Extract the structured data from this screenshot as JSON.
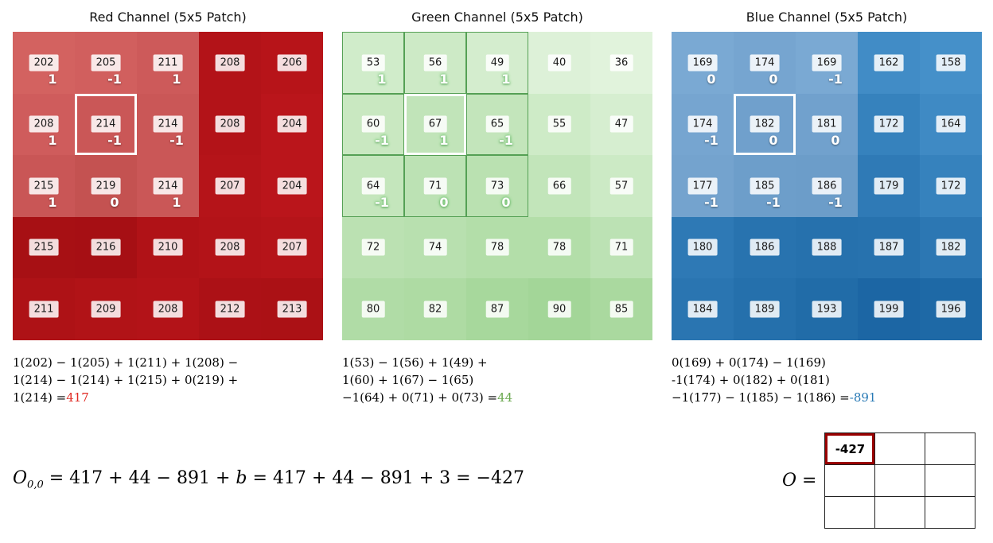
{
  "channels": [
    {
      "id": "red",
      "title": "Red Channel (5x5 Patch)",
      "values": [
        [
          202,
          205,
          211,
          208,
          206
        ],
        [
          208,
          214,
          214,
          208,
          204
        ],
        [
          215,
          219,
          214,
          207,
          204
        ],
        [
          215,
          216,
          210,
          208,
          207
        ],
        [
          211,
          209,
          208,
          212,
          213
        ]
      ],
      "cell_colors": [
        [
          "#d36260",
          "#d15f5e",
          "#cd5a5a",
          "#b31318",
          "#b71419"
        ],
        [
          "#cf5c5c",
          "#ca5757",
          "#ca5757",
          "#b31318",
          "#ba151b"
        ],
        [
          "#c95656",
          "#c45251",
          "#ca5757",
          "#b51419",
          "#ba151b"
        ],
        [
          "#a71014",
          "#a60f14",
          "#b01217",
          "#b31318",
          "#b51419"
        ],
        [
          "#ae1216",
          "#b11317",
          "#b31318",
          "#ac1116",
          "#ab1115"
        ]
      ],
      "weights": [
        [
          "1",
          "-1",
          "1"
        ],
        [
          "1",
          "-1",
          "-1"
        ],
        [
          "1",
          "0",
          "1"
        ]
      ],
      "kernel_cell_border": null,
      "center_cell": [
        1,
        1
      ],
      "equation_lines": [
        "1(202) − 1(205) + 1(211) + 1(208) −",
        "1(214) − 1(214) + 1(215) + 0(219) +",
        "1(214) ="
      ],
      "result": "417",
      "result_color": "#e02b24"
    },
    {
      "id": "green",
      "title": "Green Channel (5x5 Patch)",
      "values": [
        [
          53,
          56,
          49,
          40,
          36
        ],
        [
          60,
          67,
          65,
          55,
          47
        ],
        [
          64,
          71,
          73,
          66,
          57
        ],
        [
          72,
          74,
          78,
          78,
          71
        ],
        [
          80,
          82,
          87,
          90,
          85
        ]
      ],
      "cell_colors": [
        [
          "#d0ecca",
          "#cdeac6",
          "#d4edce",
          "#ddf1d8",
          "#e1f3dc"
        ],
        [
          "#c9e8c1",
          "#c1e4b9",
          "#c3e5bb",
          "#ceebc7",
          "#d6eed0"
        ],
        [
          "#c4e6bc",
          "#bce2b4",
          "#bae1b1",
          "#c2e5ba",
          "#cceac5"
        ],
        [
          "#bbe1b2",
          "#b8e0af",
          "#b3dea9",
          "#b3dea9",
          "#bce2b4"
        ],
        [
          "#b0dca6",
          "#aedba3",
          "#a7d89c",
          "#a3d698",
          "#aad99f"
        ]
      ],
      "weights": [
        [
          "1",
          "1",
          "1"
        ],
        [
          "-1",
          "1",
          "-1"
        ],
        [
          "-1",
          "0",
          "0"
        ]
      ],
      "kernel_cell_border": "#55a055",
      "center_cell": [
        1,
        1
      ],
      "equation_lines": [
        "1(53) − 1(56) + 1(49) +",
        "1(60) + 1(67) − 1(65)",
        "−1(64) + 0(71) + 0(73) ="
      ],
      "result": "44",
      "result_color": "#6aa84f"
    },
    {
      "id": "blue",
      "title": "Blue Channel (5x5 Patch)",
      "values": [
        [
          169,
          174,
          169,
          162,
          158
        ],
        [
          174,
          182,
          181,
          172,
          164
        ],
        [
          177,
          185,
          186,
          179,
          172
        ],
        [
          180,
          186,
          188,
          187,
          182
        ],
        [
          184,
          189,
          193,
          199,
          196
        ]
      ],
      "cell_colors": [
        [
          "#7aa9d3",
          "#76a5d0",
          "#7aa9d3",
          "#418cc6",
          "#4590c9"
        ],
        [
          "#76a5d0",
          "#70a0cc",
          "#71a1cd",
          "#3682bd",
          "#3f8ac4"
        ],
        [
          "#74a3ce",
          "#6d9eca",
          "#6c9dc9",
          "#2f7ab6",
          "#3682bd"
        ],
        [
          "#2e79b5",
          "#2873af",
          "#2671ad",
          "#2772ae",
          "#2c77b3"
        ],
        [
          "#2a75b1",
          "#2570ac",
          "#216ca8",
          "#1c66a4",
          "#1e69a6"
        ]
      ],
      "weights": [
        [
          "0",
          "0",
          "-1"
        ],
        [
          "-1",
          "0",
          "0"
        ],
        [
          "-1",
          "-1",
          "-1"
        ]
      ],
      "kernel_cell_border": null,
      "center_cell": [
        1,
        1
      ],
      "equation_lines": [
        "0(169) + 0(174) − 1(169)",
        "-1(174) + 0(182) + 0(181)",
        "−1(177) − 1(185) − 1(186) ="
      ],
      "result": "-891",
      "result_color": "#2779b5"
    }
  ],
  "formula": {
    "var1": "O",
    "sub": "0,0",
    "mid": " = 417 + 44 − 891 + ",
    "var2": "b",
    "tail": " = 417 + 44 − 891 + 3 = −427"
  },
  "output": {
    "label_var": "O",
    "label_eq": " =",
    "cells": [
      [
        "-427",
        "",
        ""
      ],
      [
        "",
        "",
        ""
      ],
      [
        "",
        "",
        ""
      ]
    ],
    "highlight": {
      "row": 0,
      "col": 0
    },
    "highlight_color": "#990000"
  },
  "chart_data": [
    {
      "type": "heatmap",
      "title": "Red Channel (5x5 Patch)",
      "values": [
        [
          202,
          205,
          211,
          208,
          206
        ],
        [
          208,
          214,
          214,
          208,
          204
        ],
        [
          215,
          219,
          214,
          207,
          204
        ],
        [
          215,
          216,
          210,
          208,
          207
        ],
        [
          211,
          209,
          208,
          212,
          213
        ]
      ],
      "kernel": [
        [
          1,
          -1,
          1
        ],
        [
          1,
          -1,
          -1
        ],
        [
          1,
          0,
          1
        ]
      ],
      "result": 417
    },
    {
      "type": "heatmap",
      "title": "Green Channel (5x5 Patch)",
      "values": [
        [
          53,
          56,
          49,
          40,
          36
        ],
        [
          60,
          67,
          65,
          55,
          47
        ],
        [
          64,
          71,
          73,
          66,
          57
        ],
        [
          72,
          74,
          78,
          78,
          71
        ],
        [
          80,
          82,
          87,
          90,
          85
        ]
      ],
      "kernel": [
        [
          1,
          1,
          1
        ],
        [
          -1,
          1,
          -1
        ],
        [
          -1,
          0,
          0
        ]
      ],
      "result": 44
    },
    {
      "type": "heatmap",
      "title": "Blue Channel (5x5 Patch)",
      "values": [
        [
          169,
          174,
          169,
          162,
          158
        ],
        [
          174,
          182,
          181,
          172,
          164
        ],
        [
          177,
          185,
          186,
          179,
          172
        ],
        [
          180,
          186,
          188,
          187,
          182
        ],
        [
          184,
          189,
          193,
          199,
          196
        ]
      ],
      "kernel": [
        [
          0,
          0,
          -1
        ],
        [
          -1,
          0,
          0
        ],
        [
          -1,
          -1,
          -1
        ]
      ],
      "result": -891
    },
    {
      "type": "table",
      "title": "Output O (bias b = 3)",
      "values": [
        [
          -427,
          null,
          null
        ],
        [
          null,
          null,
          null
        ],
        [
          null,
          null,
          null
        ]
      ]
    }
  ]
}
